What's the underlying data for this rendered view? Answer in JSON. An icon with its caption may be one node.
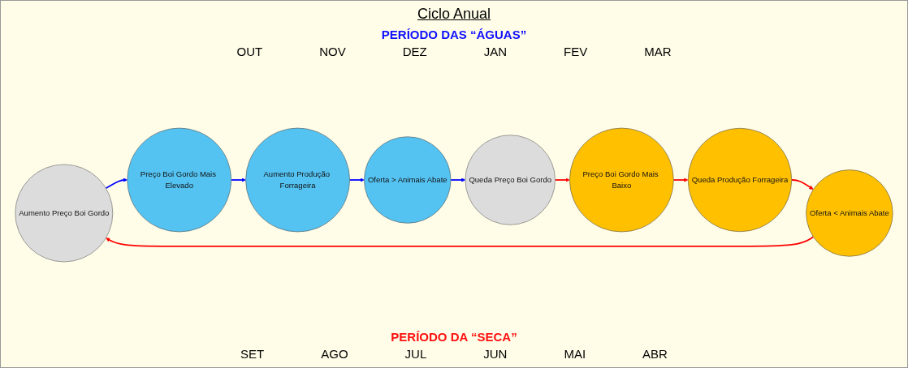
{
  "diagram": {
    "title": "Ciclo Anual",
    "nodes": [
      {
        "text": [
          "Aumento Preço Boi Gordo"
        ]
      },
      {
        "text": [
          "Preço Boi Gordo Mais Elevado"
        ]
      },
      {
        "text": [
          "Aumento Produção Forrageira"
        ]
      },
      {
        "text": [
          "Oferta > Animais Abate"
        ]
      },
      {
        "text": [
          "Queda Preço Boi Gordo"
        ]
      },
      {
        "text": [
          "Preço Boi Gordo Mais Baixo"
        ]
      },
      {
        "text": [
          "Queda Produção Forrageira"
        ]
      },
      {
        "text": [
          "Oferta < Animais Abate"
        ]
      }
    ],
    "edges": [
      {
        "from": 0,
        "to": 1,
        "arrow": "to",
        "color": "#0000ff"
      },
      {
        "from": 1,
        "to": 2,
        "arrow": "to",
        "color": "#0000ff"
      },
      {
        "from": 2,
        "to": 3,
        "arrow": "to",
        "color": "#0000ff"
      },
      {
        "from": 3,
        "to": 4,
        "arrow": "to",
        "color": "#0000ff"
      },
      {
        "from": 4,
        "to": 5,
        "arrow": "to",
        "color": "#ff0000"
      },
      {
        "from": 5,
        "to": 6,
        "arrow": "to",
        "color": "#ff0000"
      },
      {
        "from": 6,
        "to": 7,
        "arrow": "to",
        "color": "#ff0000"
      },
      {
        "from": 7,
        "to": 0,
        "arrow": "to",
        "color": "#ff0000"
      }
    ],
    "labels": [
      "PERÍODO DAS “ÁGUAS”",
      "OUT",
      "NOV",
      "DEZ",
      "JAN",
      "FEV",
      "MAR",
      "PERÍODO DA “SECA”",
      "SET",
      "AGO",
      "JUL",
      "JUN",
      "MAI",
      "ABR"
    ]
  }
}
